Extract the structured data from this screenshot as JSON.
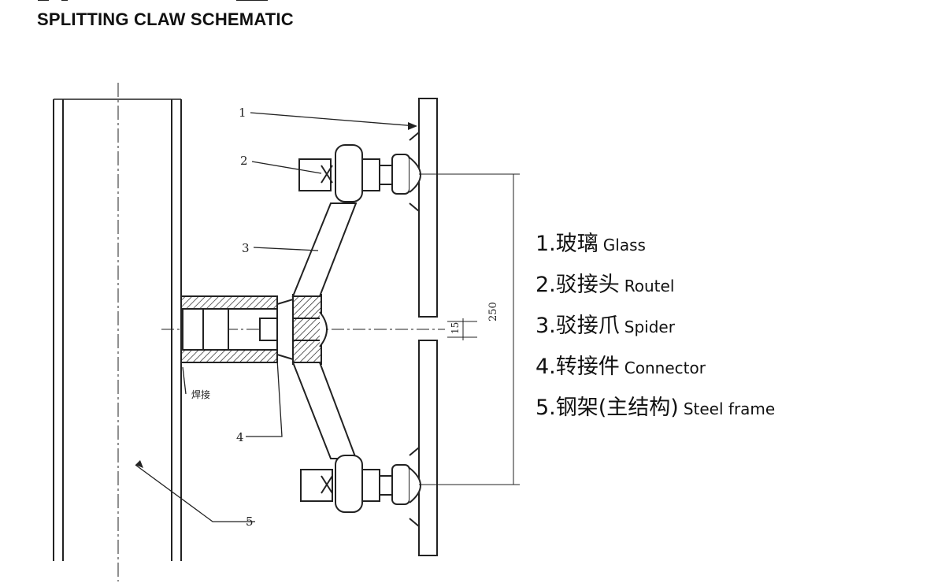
{
  "header": {
    "title": "SPLITTING CLAW SCHEMATIC"
  },
  "diagram": {
    "callouts": [
      "1",
      "2",
      "3",
      "4",
      "5"
    ],
    "weld_label": "焊接",
    "dimensions": {
      "spacing": "250",
      "offset": "15"
    }
  },
  "legend": {
    "items": [
      {
        "num": "1.",
        "cn": "玻璃",
        "en": "Glass"
      },
      {
        "num": "2.",
        "cn": "驳接头",
        "en": "Routel"
      },
      {
        "num": "3.",
        "cn": "驳接爪",
        "en": "Spider"
      },
      {
        "num": "4.",
        "cn": "转接件",
        "en": "Connector"
      },
      {
        "num": "5.",
        "cn": "钢架(主结构)",
        "en": "Steel frame"
      }
    ]
  }
}
